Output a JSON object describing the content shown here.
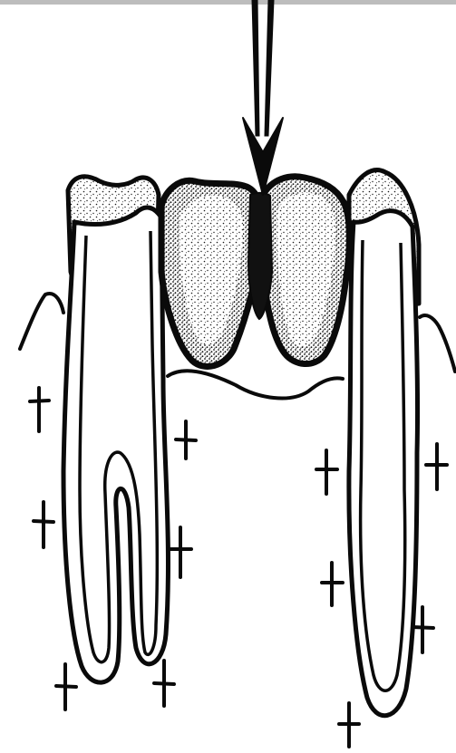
{
  "diagram": {
    "subject": "fixed-partial-denture-bridge",
    "colors": {
      "ink": "#0a0a0a",
      "paper": "#ffffff",
      "stipple": "#1a1a1a",
      "topbar": "#bdbdbd"
    },
    "elements": {
      "load_arrow": "downward-arrow-icon",
      "left_abutment": "molar-tooth-two-roots",
      "right_abutment": "premolar-tooth-single-root",
      "pontics": "two-pontic-crowns",
      "gum": "gingival-margin-line",
      "bone_marks": "plus-sign-marks"
    }
  }
}
